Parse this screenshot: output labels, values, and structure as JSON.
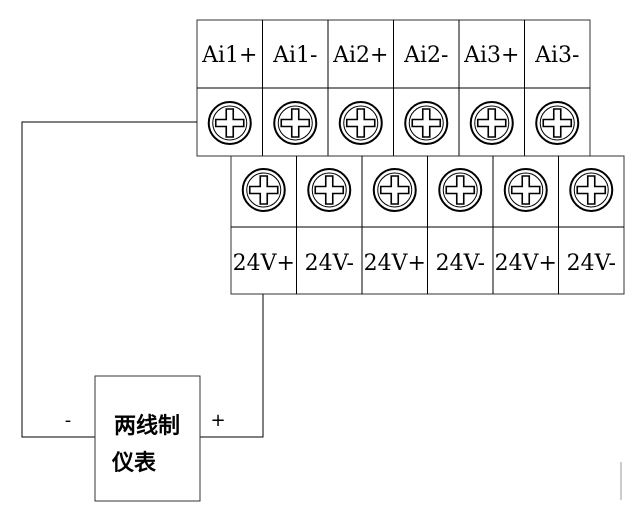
{
  "top_terminals": {
    "labels": [
      "Ai1+",
      "Ai1-",
      "Ai2+",
      "Ai2-",
      "Ai3+",
      "Ai3-"
    ],
    "screw_icon": "screw-terminal-icon"
  },
  "bottom_terminals": {
    "labels": [
      "24V+",
      "24V-",
      "24V+",
      "24V-",
      "24V+",
      "24V-"
    ],
    "screw_icon": "screw-terminal-icon"
  },
  "instrument": {
    "line1": "两线制",
    "line2": "仪表",
    "minus": "-",
    "plus": "+"
  }
}
